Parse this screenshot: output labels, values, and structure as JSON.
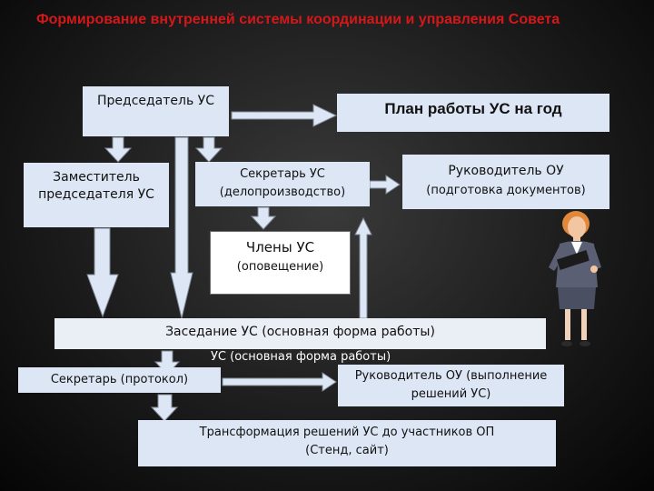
{
  "title": "Формирование внутренней системы координации и управления Совета",
  "boxes": {
    "chair": "Председатель УС",
    "plan": "План работы УС на год",
    "deputy": [
      "Заместитель",
      "председателя УС"
    ],
    "secretary": [
      "Секретарь УС",
      "(делопроизводство)"
    ],
    "head": [
      "Руководитель ОУ",
      "(подготовка документов)"
    ],
    "members": [
      "Члены УС",
      "(оповещение)"
    ],
    "meeting": "Заседание УС (основная форма работы)",
    "meeting_sub": "УС (основная форма работы)",
    "secretary_protocol": "Секретарь (протокол)",
    "head_execution": [
      "Руководитель ОУ (выполнение",
      "решений УС)"
    ],
    "transform": [
      "Трансформация решений  УС до участников ОП",
      "(Стенд, сайт)"
    ]
  },
  "colors": {
    "title": "#d4181a",
    "box_fill": "#dde6f4",
    "arrow_fill": "#dde6f4",
    "arrow_stroke": "#7f8896"
  },
  "icons": [
    "businesswoman-clipart"
  ]
}
